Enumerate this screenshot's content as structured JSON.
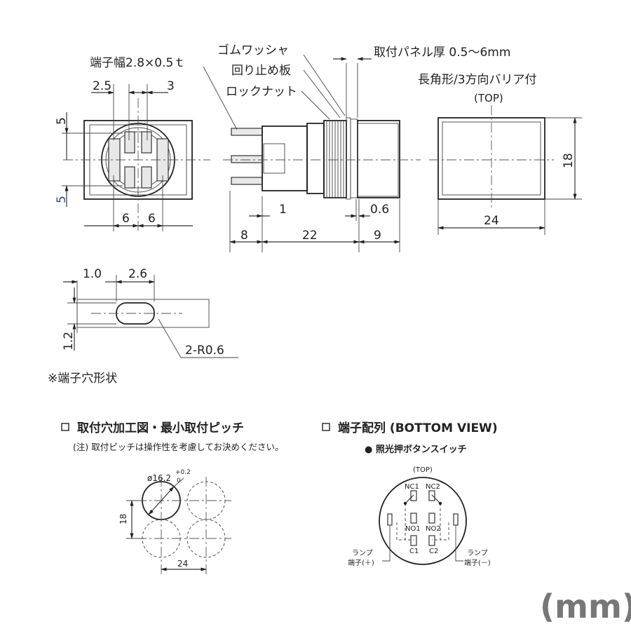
{
  "labels": {
    "terminal_width": "端子幅2.8×0.5ｔ",
    "rubber_washer": "ゴムワッシャ",
    "anti_rotation_plate": "回り止め板",
    "lock_nut": "ロックナット",
    "panel_thickness": "取付パネル厚 0.5～6mm",
    "rect_barrier": "長角形/3方向バリア付",
    "top": "(TOP)",
    "terminal_hole_shape": "※端子穴形状",
    "radius": "2-R0.6",
    "unit": "(mm)"
  },
  "dimensions": {
    "d_2_5": "2.5",
    "d_3": "3",
    "d_5a": "5",
    "d_5b": "5",
    "d_6a": "6",
    "d_6b": "6",
    "d_1": "1",
    "d_8": "8",
    "d_22": "22",
    "d_9": "9",
    "d_0_6": "0.6",
    "d_18": "18",
    "d_24": "24",
    "d_1_0": "1.0",
    "d_2_6": "2.6",
    "d_1_2": "1.2"
  },
  "mounting_section": {
    "title": "取付穴加工図・最小取付ピッチ",
    "note": "(注) 取付ピッチは操作性を考慮してお決めください。",
    "hole_dia": "ø16.2",
    "tol_plus": "+0.2",
    "tol_zero": "0",
    "pitch_v": "18",
    "pitch_h": "24"
  },
  "terminal_section": {
    "title": "端子配列 (BOTTOM VIEW)",
    "subtitle": "● 照光押ボタンスイッチ",
    "top": "(TOP)",
    "nc1": "NC1",
    "nc2": "NC2",
    "no1": "NO1",
    "no2": "NO2",
    "c1": "C1",
    "c2": "C2",
    "lamp_plus_1": "ランプ",
    "lamp_plus_2": "端子(＋)",
    "lamp_minus_1": "ランプ",
    "lamp_minus_2": "端子(－)"
  },
  "colors": {
    "line": "#333333",
    "unit_text": "#777777",
    "dimension_blue": "#3a4f8f"
  }
}
